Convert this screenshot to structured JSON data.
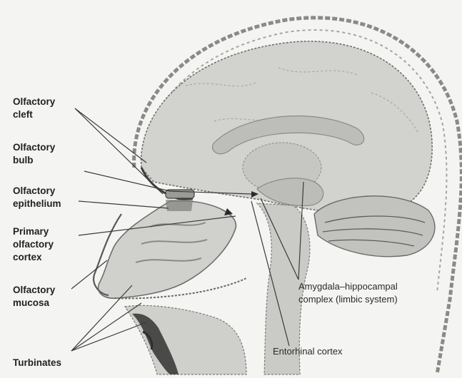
{
  "figure": {
    "labels": {
      "olfactory_cleft": "Olfactory\ncleft",
      "olfactory_bulb": "Olfactory\nbulb",
      "olfactory_epithelium": "Olfactory\nepithelium",
      "primary_olfactory_cortex": "Primary\nolfactory\ncortex",
      "olfactory_mucosa": "Olfactory\nmucosa",
      "turbinates": "Turbinates",
      "amygdala_hippocampal_complex": "Amygdala–hippocampal\ncomplex (limbic system)",
      "entorhinal_cortex": "Entorhinal cortex"
    },
    "colors": {
      "brain": "#d2d2cf",
      "brain_stroke": "#6f6f6c",
      "skull": "#8a8a86",
      "leader": "#3a3a3a",
      "dark_tissue": "#4a4a48"
    }
  }
}
